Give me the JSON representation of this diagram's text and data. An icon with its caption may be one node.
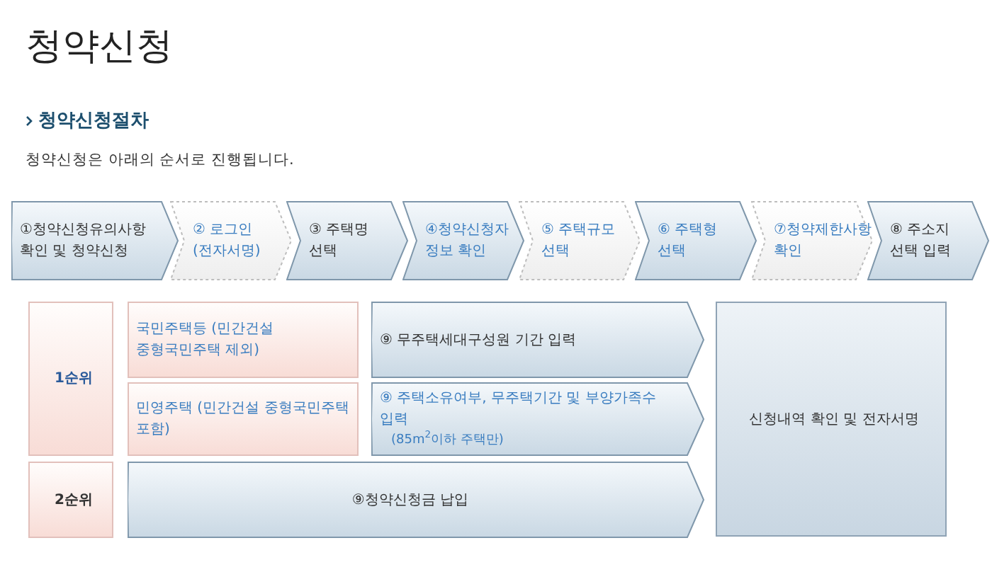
{
  "diagram": {
    "title": "청약신청",
    "nodes": [
      {
        "text": [
          "①청약신청유의사항 확인 및 청약신청"
        ]
      },
      {
        "text": [
          "② 로그인 (전자서명)"
        ]
      },
      {
        "text": [
          "③ 주택명 선택"
        ]
      },
      {
        "text": [
          "④청약신청자 정보 확인"
        ]
      },
      {
        "text": [
          "⑤ 주택규모 선택"
        ]
      },
      {
        "text": [
          "⑥ 주택형 선택"
        ]
      },
      {
        "text": [
          "⑦청약제한사항 확인"
        ]
      },
      {
        "text": [
          "⑧ 주소지 선택 입력"
        ]
      },
      {
        "text": [
          "1순위"
        ]
      },
      {
        "text": [
          "국민주택등 (민간건설 중형국민주택 제외)"
        ]
      },
      {
        "text": [
          "⑨ 무주택세대구성원 기간 입력"
        ]
      },
      {
        "text": [
          "민영주택 (민간건설 중형국민주택 포함)"
        ]
      },
      {
        "text": [
          "⑨ 주택소유여부, 무주택기간 및 부양가족수 입력",
          "(85m$^{2}$이하 주택만)"
        ]
      },
      {
        "text": [
          "2순위"
        ]
      },
      {
        "text": [
          "⑨청약신청금 납입"
        ]
      },
      {
        "text": [
          "신청내역 확인 및 전자서명"
        ]
      }
    ],
    "labels": [
      "청약신청절차",
      "청약신청은 아래의 순서로 진행됩니다."
    ]
  }
}
